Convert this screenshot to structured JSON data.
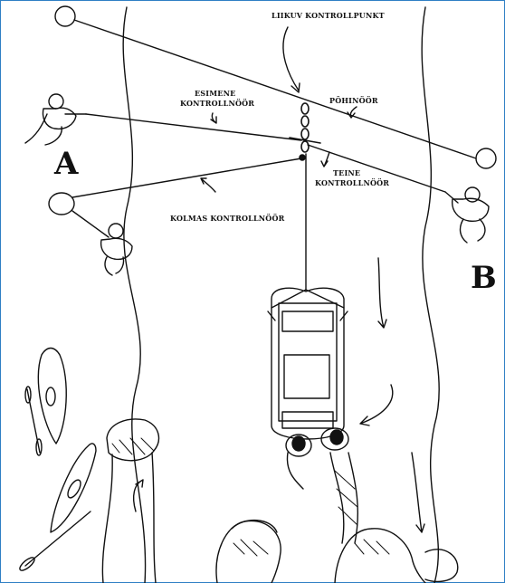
{
  "labels": {
    "moving_control_point": "LIIKUV KONTROLLPUNKT",
    "main_rope": "PÕHINÖÖR",
    "first_control_rope_line1": "ESIMENE",
    "first_control_rope_line2": "KONTROLLNÖÖR",
    "second_control_rope_line1": "TEINE",
    "second_control_rope_line2": "KONTROLLNÖÖR",
    "third_control_rope": "KOLMAS KONTROLLNÖÖR"
  },
  "bank_labels": {
    "left": "A",
    "right": "B"
  },
  "colors": {
    "frame": "#2f7fc4",
    "ink": "#111111"
  }
}
